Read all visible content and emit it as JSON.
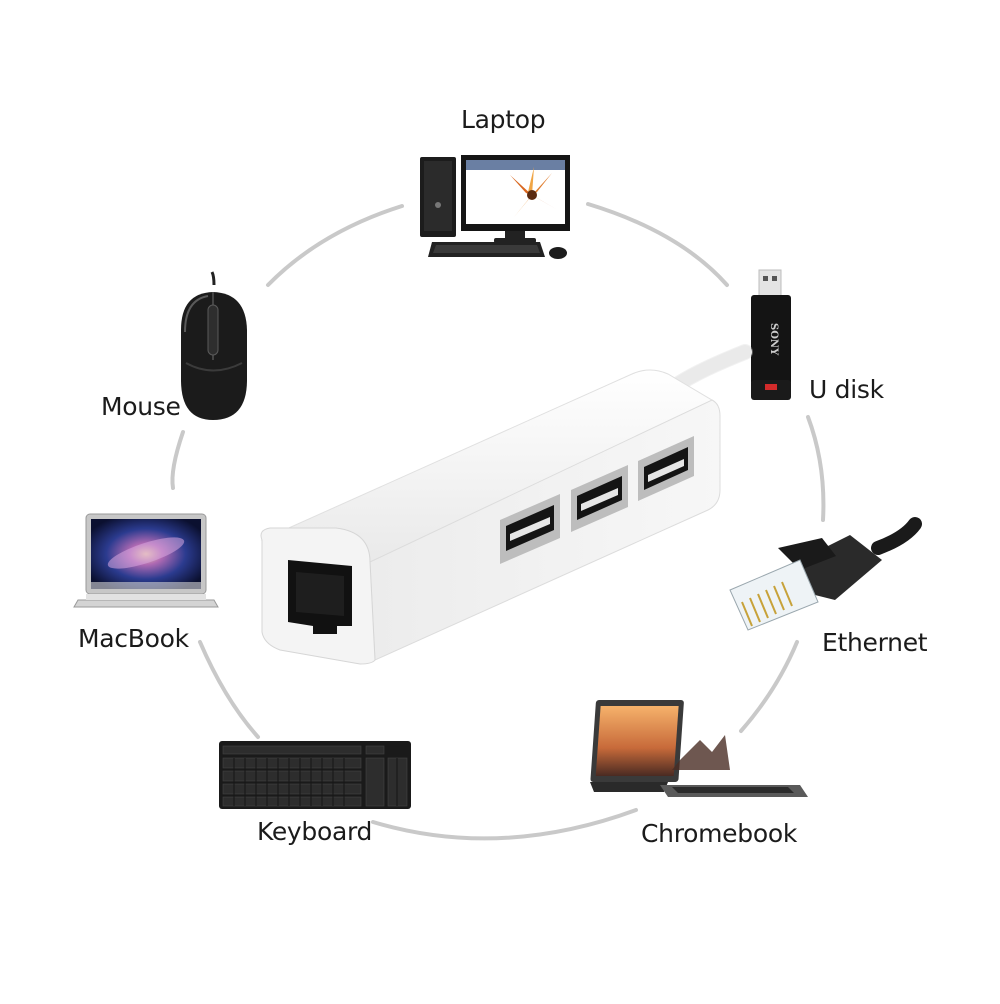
{
  "labels": {
    "laptop": "Laptop",
    "udisk": "U disk",
    "mouse": "Mouse",
    "macbook": "MacBook",
    "ethernet": "Ethernet",
    "keyboard": "Keyboard",
    "chromebook": "Chromebook"
  },
  "udisk_brand": "SONY",
  "colors": {
    "ring": "#c8c8c8",
    "hub_body": "#f2f2f2",
    "usb_blue": "#e0e0e0",
    "port_black": "#111111",
    "ethernet_plug": "#2a2a2a",
    "mac_screen": "#1b2a6b",
    "monitor_accent": "#d9671f"
  },
  "icons": [
    "desktop-pc-icon",
    "usb-flash-drive-icon",
    "mouse-icon",
    "macbook-icon",
    "ethernet-cable-icon",
    "keyboard-icon",
    "chromebook-icon",
    "usb-hub-adapter"
  ]
}
